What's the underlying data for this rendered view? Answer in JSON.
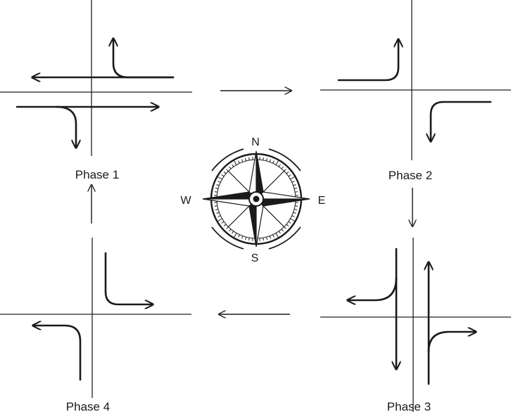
{
  "phases": [
    {
      "label": "Phase 1"
    },
    {
      "label": "Phase 2"
    },
    {
      "label": "Phase 3"
    },
    {
      "label": "Phase 4"
    }
  ],
  "compass": {
    "north": "N",
    "east": "E",
    "south": "S",
    "west": "W"
  }
}
